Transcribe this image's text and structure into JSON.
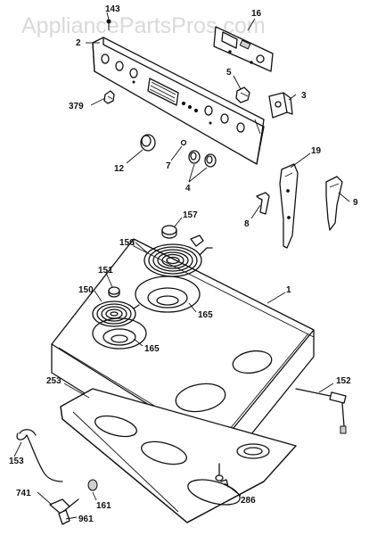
{
  "watermark": "AppliancePartsPros.com",
  "labels": {
    "p143": "143",
    "p16": "16",
    "p2": "2",
    "p5": "5",
    "p3": "3",
    "p379": "379",
    "p12": "12",
    "p7": "7",
    "p4": "4",
    "p19": "19",
    "p8": "8",
    "p9": "9",
    "p157": "157",
    "p156": "156",
    "p151": "151",
    "p150": "150",
    "p165a": "165",
    "p165b": "165",
    "p1": "1",
    "p253": "253",
    "p152": "152",
    "p153": "153",
    "p741": "741",
    "p161": "161",
    "p286": "286",
    "p961": "961"
  }
}
